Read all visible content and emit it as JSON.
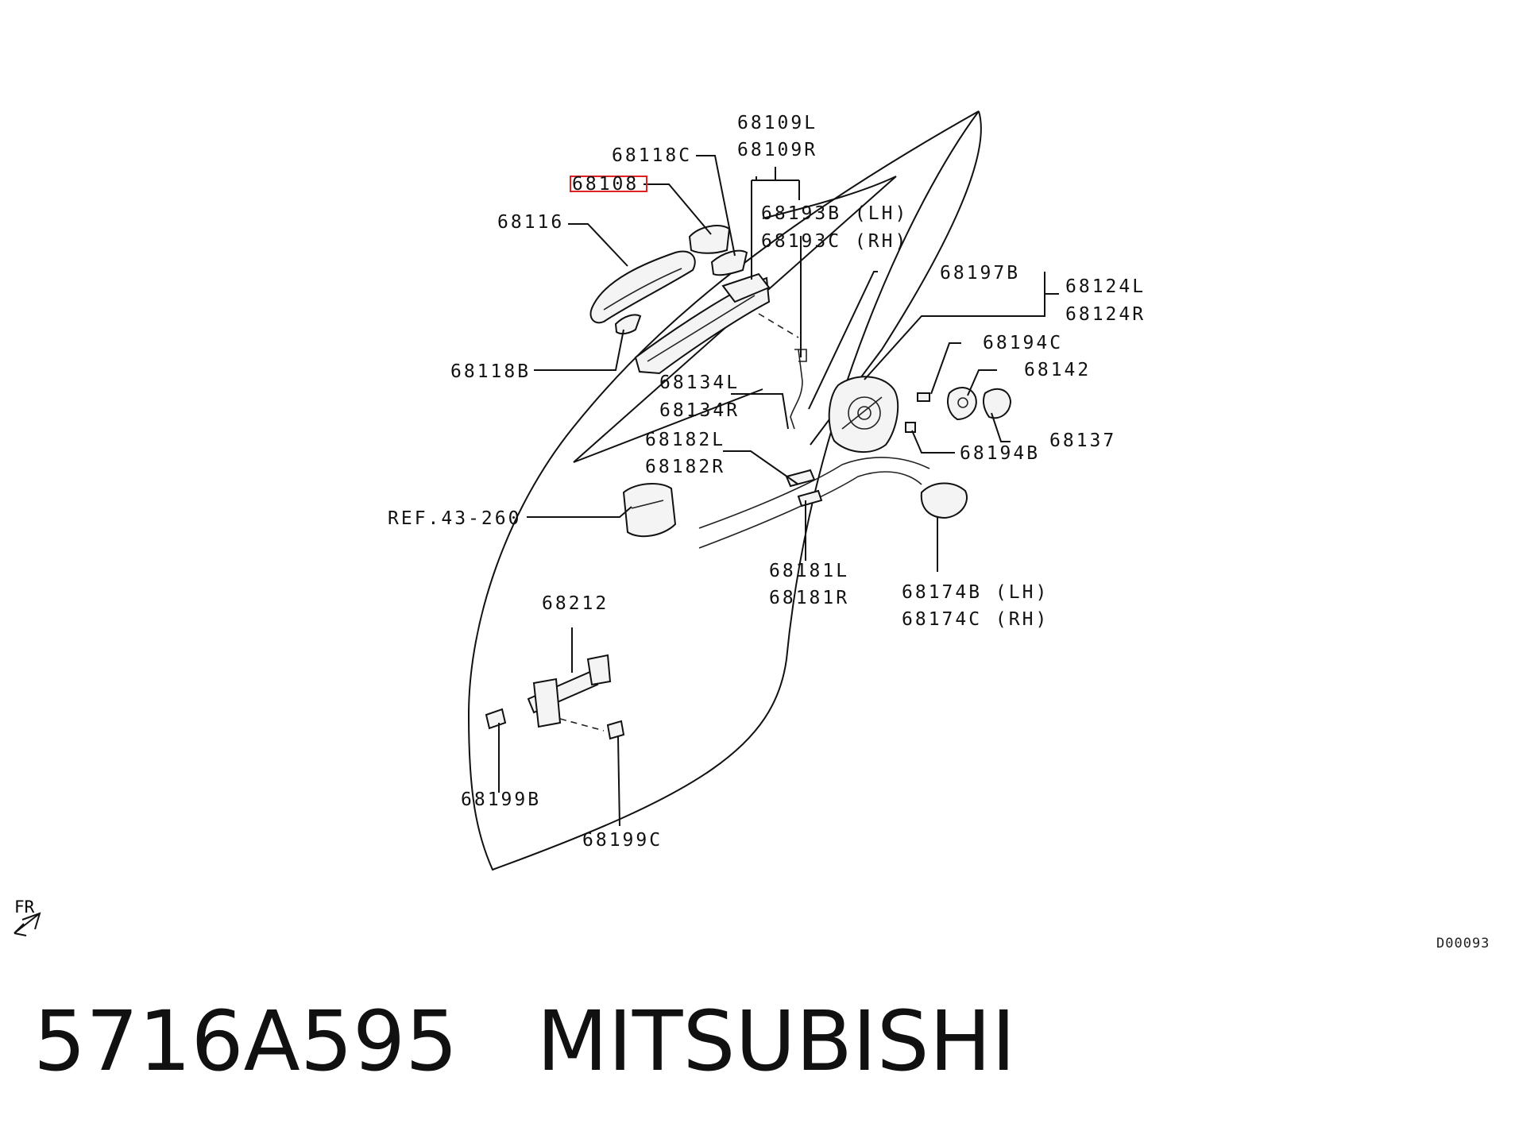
{
  "labels": {
    "p68109L": "68109L",
    "p68109R": "68109R",
    "p68118C": "68118C",
    "p68108": "68108",
    "p68116": "68116",
    "p68193B": "68193B (LH)",
    "p68193C": "68193C (RH)",
    "p68197B": "68197B",
    "p68124L": "68124L",
    "p68124R": "68124R",
    "p68194C": "68194C",
    "p68142": "68142",
    "p68118B": "68118B",
    "p68134L": "68134L",
    "p68134R": "68134R",
    "p68137": "68137",
    "p68194B": "68194B",
    "p68182L": "68182L",
    "p68182R": "68182R",
    "ref": "REF.43-260",
    "p68181L": "68181L",
    "p68181R": "68181R",
    "p68174B": "68174B (LH)",
    "p68174C": "68174C (RH)",
    "p68212": "68212",
    "p68199B": "68199B",
    "p68199C": "68199C"
  },
  "highlight_color": "#e02020",
  "direction": {
    "label": "FR",
    "icon": "front-direction-arrow-icon"
  },
  "diagram_code": "D00093",
  "footer": {
    "part_number": "5716A595",
    "brand": "MITSUBISHI"
  }
}
